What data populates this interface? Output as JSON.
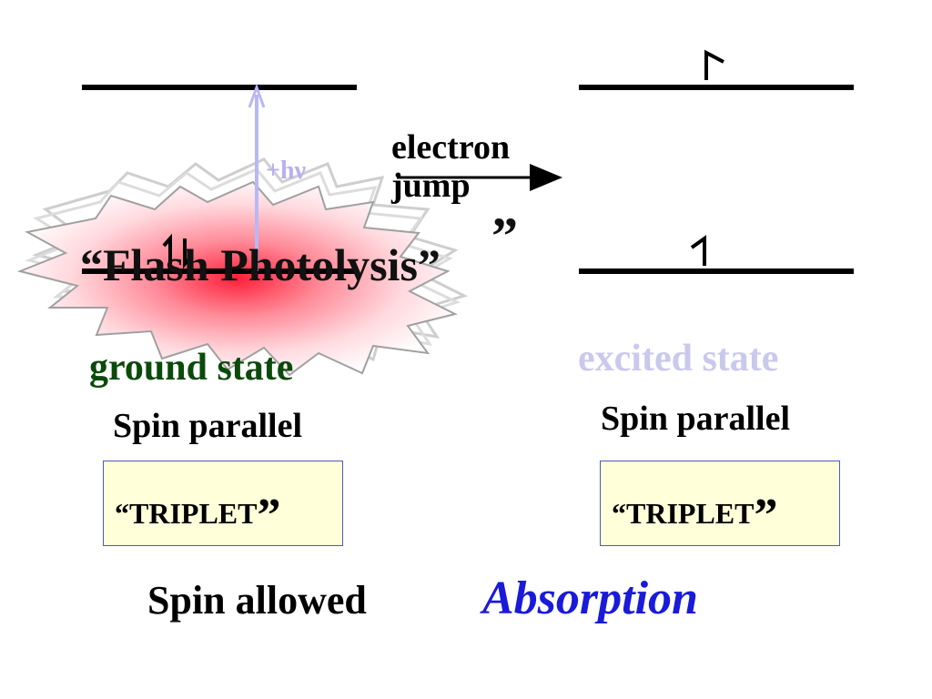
{
  "diagram": {
    "hv_label": "+hν",
    "jump_label_line1": "electron",
    "jump_label_line2": "jump",
    "flash_label": "“Flash Photolysis”",
    "flash_overlap_quote": "”",
    "ground_state": {
      "title": "ground state",
      "spin": "Spin parallel",
      "box_label": "“TRIPLET",
      "box_quote": "”"
    },
    "excited_state": {
      "title": "excited state",
      "spin": "Spin parallel",
      "box_label": "“TRIPLET",
      "box_quote": "”"
    },
    "bottom_left": "Spin allowed",
    "bottom_right": "Absorption"
  },
  "colors": {
    "ground_title": "#0a4a0a",
    "excited_title": "#c9c9ee",
    "absorption": "#1a1ad9",
    "photon_arrow": "#b8b8f5",
    "box_fill": "#ffffd9",
    "box_border": "#4a5abf"
  }
}
